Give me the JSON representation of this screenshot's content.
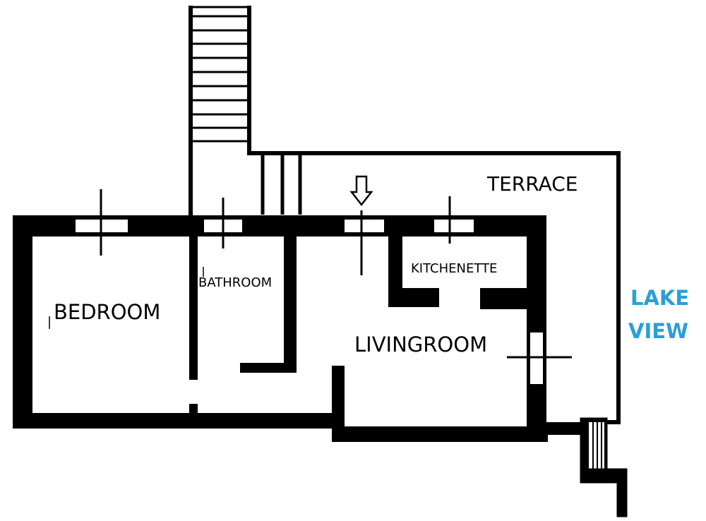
{
  "plan": {
    "rooms": {
      "terrace": "TERRACE",
      "kitchenette": "KITCHENETTE",
      "bathroom": "BATHROOM",
      "bedroom": "BEDROOM",
      "livingroom": "LIVINGROOM"
    },
    "view": {
      "line1": "LAKE",
      "line2": "VIEW",
      "color": "#2a9fd8"
    },
    "wall_color": "#000000",
    "entrance_arrow_icon": "down-arrow-icon"
  }
}
